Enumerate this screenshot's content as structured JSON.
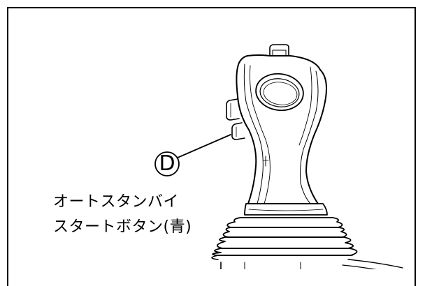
{
  "callout": {
    "letter": "D"
  },
  "caption": {
    "line1": "オートスタンバイ",
    "line2": "スタートボタン(青)"
  },
  "icons": {
    "joystick": "joystick-illustration-icon",
    "callout_circle": "circle-callout-icon"
  }
}
